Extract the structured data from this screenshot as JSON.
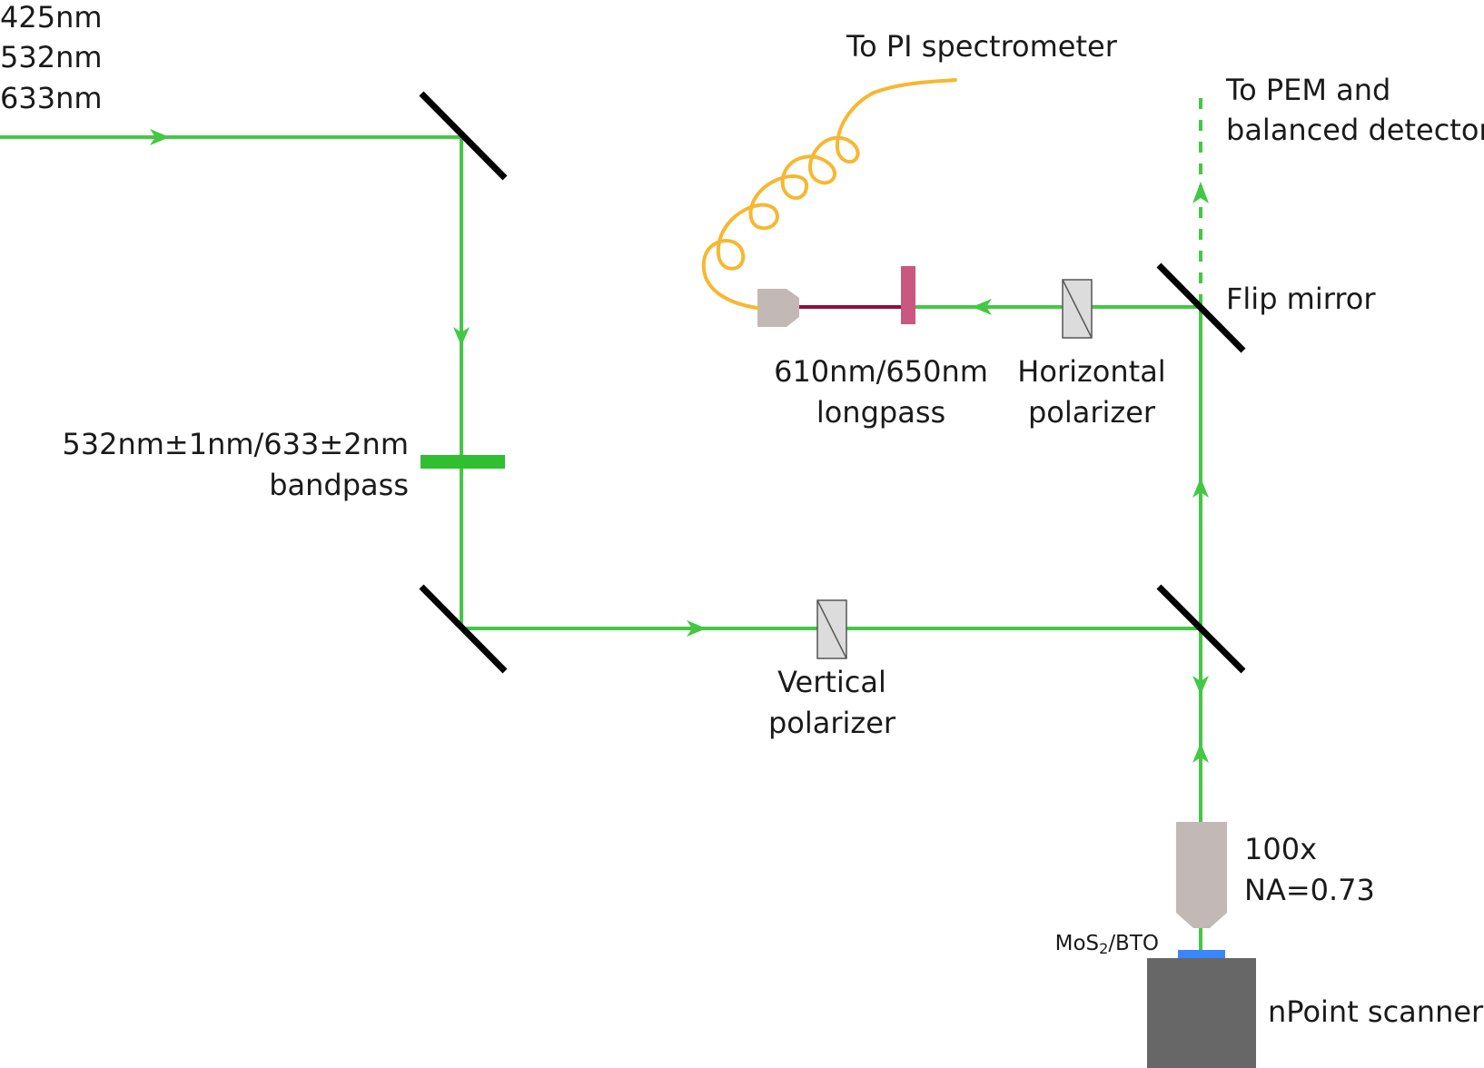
{
  "colors": {
    "beam": "#44c844",
    "mirror": "#000000",
    "fiber": "#f7b731",
    "longpass_filter": "#c9577f",
    "filtered_beam": "#8c1040",
    "bandpass_filter": "#2fbf2f",
    "optics_gray": "#c2b8b6",
    "sample": "#3a86ff",
    "scanner": "#676767"
  },
  "labels": {
    "wavelengths": [
      "425nm",
      "532nm",
      "633nm"
    ],
    "spectrometer": "To PI spectrometer",
    "pem": [
      "To PEM and",
      "balanced detector"
    ],
    "flip_mirror": "Flip mirror",
    "longpass": [
      "610nm/650nm",
      "longpass"
    ],
    "horizontal_polarizer": [
      "Horizontal",
      "polarizer"
    ],
    "bandpass": [
      "532nm±1nm/633±2nm",
      "bandpass"
    ],
    "vertical_polarizer": [
      "Vertical",
      "polarizer"
    ],
    "objective": [
      "100x",
      "NA=0.73"
    ],
    "sample_prefix": "MoS",
    "sample_subscript": "2",
    "sample_suffix": "/BTO",
    "scanner": "nPoint scanner"
  }
}
